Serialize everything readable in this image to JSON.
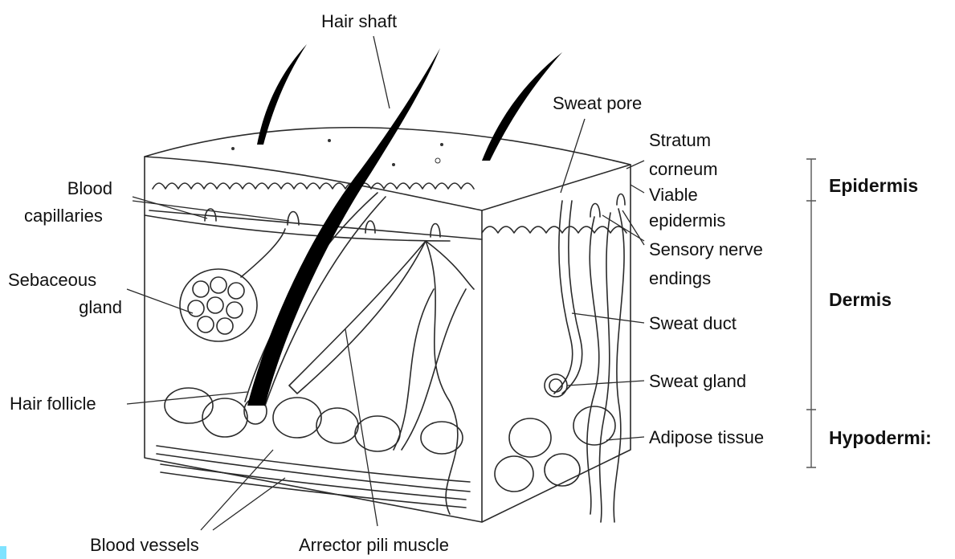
{
  "labels": {
    "hair_shaft": "Hair shaft",
    "sweat_pore": "Sweat pore",
    "stratum_corneum_1": "Stratum",
    "stratum_corneum_2": "corneum",
    "viable_epidermis_1": "Viable",
    "viable_epidermis_2": "epidermis",
    "sensory_nerve_1": "Sensory nerve",
    "sensory_nerve_2": "endings",
    "sweat_duct": "Sweat duct",
    "sweat_gland": "Sweat gland",
    "adipose_tissue": "Adipose tissue",
    "blood_capillaries_1": "Blood",
    "blood_capillaries_2": "capillaries",
    "sebaceous_gland_1": "Sebaceous",
    "sebaceous_gland_2": "gland",
    "hair_follicle": "Hair follicle",
    "blood_vessels": "Blood vessels",
    "arrector_pili": "Arrector pili muscle"
  },
  "layers": {
    "epidermis": "Epidermis",
    "dermis": "Dermis",
    "hypodermis": "Hypodermi:"
  },
  "colors": {
    "line": "#2a2a2a",
    "hair": "#000000",
    "accent": "#7fe3ff"
  }
}
